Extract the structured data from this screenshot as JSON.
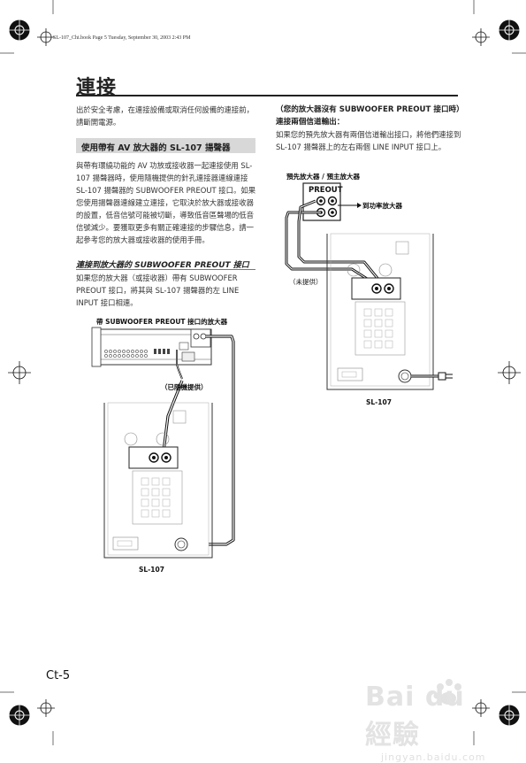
{
  "header_line": "SL-107_Chi.book  Page 5  Tuesday, September 30, 2003  2:43 PM",
  "title": "連接",
  "intro": "出於安全考慮，在連接設備或取消任何設備的連接前，請斷開電源。",
  "section_heading": "使用帶有 AV 放大器的 SL-107 揚聲器",
  "section_body": "與帶有環繞功能的 AV 功放或接收器一起連接使用 SL-107 揚聲器時，使用隨機提供的針孔連接器連線連接 SL-107 揚聲器的 SUBWOOFER PREOUT 接口。如果您使用揚聲器連線建立連接，它取決於放大器或接收器的設置，低音信號可能被切斷，導致低音區聲場的低音信號減少。要獲取更多有關正確連接的步驟信息，請一起參考您的放大器或接收器的使用手冊。",
  "sub_heading": "連接到放大器的 SUBWOOFER PREOUT 接口",
  "sub_body": "如果您的放大器（或接收器）帶有 SUBWOOFER PREOUT 接口，將其與 SL-107 揚聲器的左 LINE INPUT 接口相連。",
  "left_figure": {
    "caption": "帶 SUBWOOFER PREOUT 接口的放大器",
    "cable_label": "（已隨機提供）",
    "unit_label": "SL-107"
  },
  "right_heading": "（您的放大器沒有 SUBWOOFER PREOUT 接口時）連接兩個信道輸出：",
  "right_body": "如果您的預先放大器有兩個信道輸出接口，將他們連接到 SL-107 揚聲器上的左右兩個 LINE INPUT 接口上。",
  "right_figure": {
    "amp_label": "預先放大器 / 預主放大器",
    "preout_label": "PREOUT",
    "to_amp_label": "到功率放大器",
    "cable_label": "（未提供）",
    "unit_label": "SL-107"
  },
  "page_number": "Ct-5",
  "watermark": {
    "main": "Bai du 經驗",
    "sub": "jingyan.baidu.com"
  }
}
